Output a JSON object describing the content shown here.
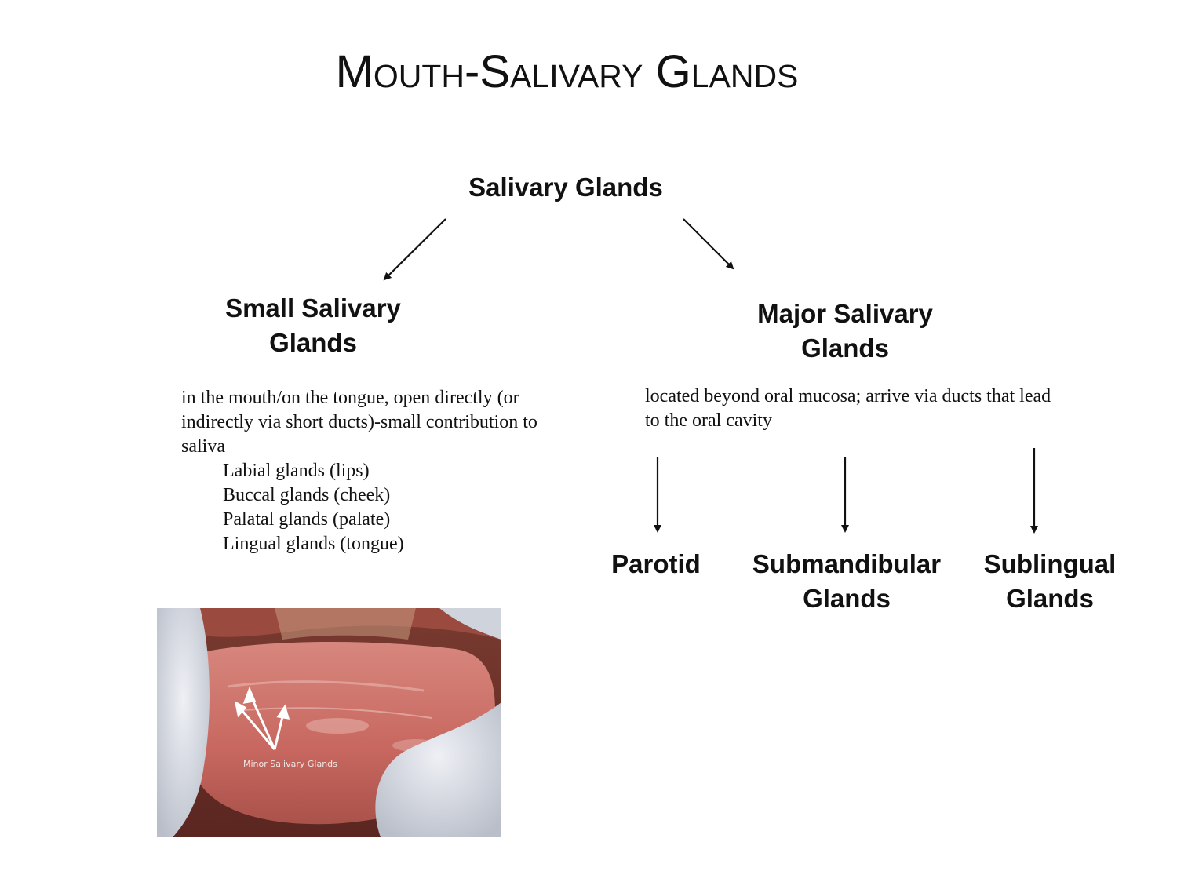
{
  "title": "Mouth-Salivary Glands",
  "root": {
    "label": "Salivary Glands"
  },
  "small": {
    "label_line1": "Small Salivary",
    "label_line2": "Glands",
    "description": "in the mouth/on the tongue, open directly (or indirectly via short ducts)-small contribution to saliva",
    "items": [
      "Labial glands (lips)",
      "Buccal glands (cheek)",
      "Palatal glands (palate)",
      "Lingual glands (tongue)"
    ]
  },
  "major": {
    "label_line1": "Major Salivary",
    "label_line2": "Glands",
    "description": "located beyond oral mucosa; arrive via ducts that lead to the oral cavity",
    "children": [
      {
        "line1": "Parotid",
        "line2": ""
      },
      {
        "line1": "Submandibular",
        "line2": "Glands"
      },
      {
        "line1": "Sublingual",
        "line2": "Glands"
      }
    ]
  },
  "photo": {
    "caption": "Minor Salivary Glands",
    "colors": {
      "lip": "#c9706a",
      "mucosa": "#d98b82",
      "glove": "#dfe3ea",
      "dark": "#4a1a16"
    }
  }
}
